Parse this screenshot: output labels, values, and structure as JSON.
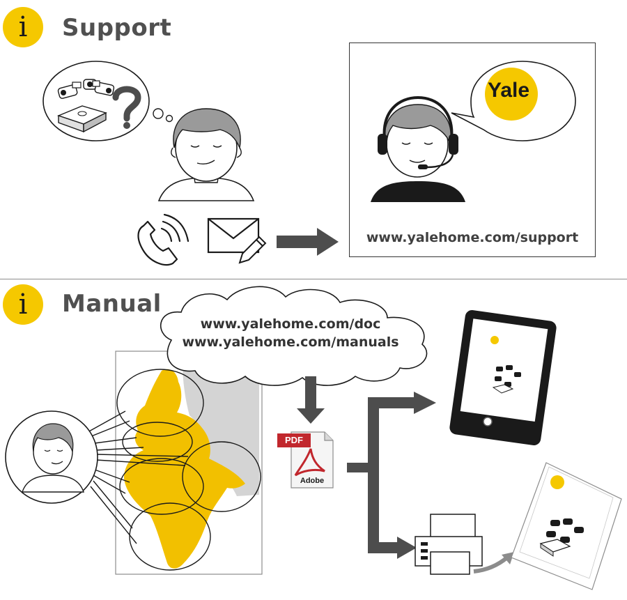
{
  "support": {
    "icon_glyph": "i",
    "title": "Support",
    "url": "www.yalehome.com/support",
    "logo": "Yale"
  },
  "manual": {
    "icon_glyph": "i",
    "title": "Manual",
    "url_doc": "www.yalehome.com/doc",
    "url_manuals": "www.yalehome.com/manuals",
    "pdf_label": "PDF",
    "adobe_label": "Adobe"
  },
  "colors": {
    "accent_yellow": "#f5c800",
    "arrow_gray": "#4d4d4d",
    "line_dark": "#1a1a1a",
    "map_gray": "#d4d4d4",
    "pdf_red": "#c1272d"
  },
  "icons": [
    "info-icon",
    "phone-icon",
    "envelope-icon",
    "pencil-icon",
    "headset-icon",
    "pdf-icon",
    "tablet-icon",
    "printer-icon"
  ]
}
